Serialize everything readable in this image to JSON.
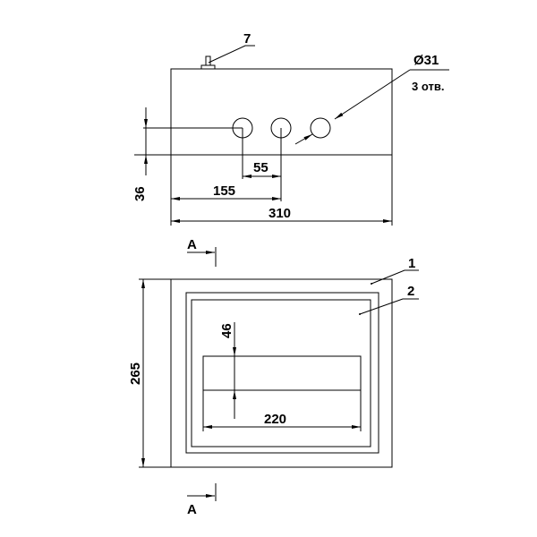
{
  "top_view": {
    "callout_7": "7",
    "hole_diameter": "Ø31",
    "hole_count": "3 отв.",
    "dim_36": "36",
    "dim_55": "55",
    "dim_155": "155",
    "dim_310": "310"
  },
  "section_mark": {
    "top": "A",
    "bottom": "A"
  },
  "front_view": {
    "callout_1": "1",
    "callout_2": "2",
    "dim_265": "265",
    "dim_46": "46",
    "dim_220": "220"
  },
  "colors": {
    "line": "#000000",
    "background": "#ffffff"
  }
}
